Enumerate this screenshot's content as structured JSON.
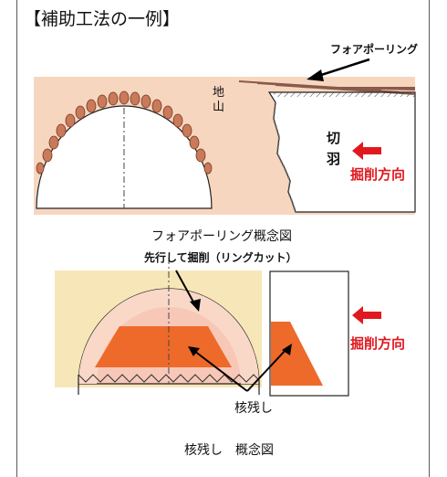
{
  "title": "【補助工法の一例】",
  "diagram1": {
    "label_forepoling": "フォアポーリング",
    "label_ground": "地山",
    "label_face_1": "切",
    "label_face_2": "羽",
    "label_direction": "掘削方向",
    "caption": "フォアポーリング概念図"
  },
  "diagram2": {
    "label_ringcut": "先行して掘削（リングカット）",
    "label_core": "核残し",
    "label_direction": "掘削方向",
    "caption": "核残し　概念図"
  },
  "colors": {
    "ground": "#f7d6c0",
    "core": "#ee6a2a",
    "excavation_arrow": "#e0191f",
    "rebar": "#c87a5a",
    "pipe": "#8a5a4a"
  }
}
